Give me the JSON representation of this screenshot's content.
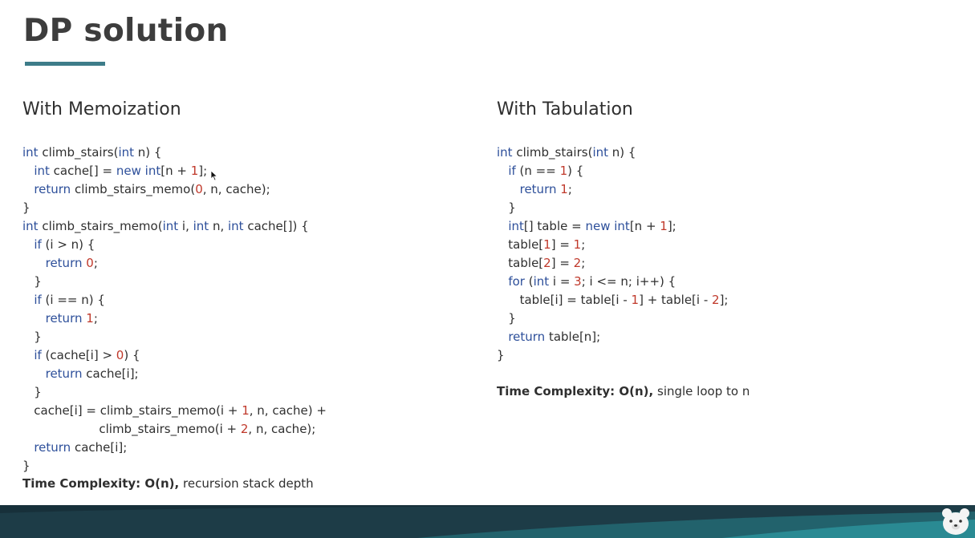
{
  "slide": {
    "title": "DP solution"
  },
  "memoization": {
    "heading": "With Memoization",
    "code_lines": [
      [
        {
          "t": "int",
          "c": "kw"
        },
        {
          "t": " climb_stairs("
        },
        {
          "t": "int",
          "c": "kw"
        },
        {
          "t": " n) {"
        }
      ],
      [
        {
          "t": "   "
        },
        {
          "t": "int",
          "c": "kw"
        },
        {
          "t": " cache[] = "
        },
        {
          "t": "new",
          "c": "kw"
        },
        {
          "t": " "
        },
        {
          "t": "int",
          "c": "kw"
        },
        {
          "t": "[n + "
        },
        {
          "t": "1",
          "c": "num"
        },
        {
          "t": "];"
        }
      ],
      [
        {
          "t": "   "
        },
        {
          "t": "return",
          "c": "kw"
        },
        {
          "t": " climb_stairs_memo("
        },
        {
          "t": "0",
          "c": "num"
        },
        {
          "t": ", n, cache);"
        }
      ],
      [
        {
          "t": "}"
        }
      ],
      [
        {
          "t": "int",
          "c": "kw"
        },
        {
          "t": " climb_stairs_memo("
        },
        {
          "t": "int",
          "c": "kw"
        },
        {
          "t": " i, "
        },
        {
          "t": "int",
          "c": "kw"
        },
        {
          "t": " n, "
        },
        {
          "t": "int",
          "c": "kw"
        },
        {
          "t": " cache[]) {"
        }
      ],
      [
        {
          "t": "   "
        },
        {
          "t": "if",
          "c": "kw"
        },
        {
          "t": " (i > n) {"
        }
      ],
      [
        {
          "t": "      "
        },
        {
          "t": "return",
          "c": "kw"
        },
        {
          "t": " "
        },
        {
          "t": "0",
          "c": "num"
        },
        {
          "t": ";"
        }
      ],
      [
        {
          "t": "   }"
        }
      ],
      [
        {
          "t": "   "
        },
        {
          "t": "if",
          "c": "kw"
        },
        {
          "t": " (i == n) {"
        }
      ],
      [
        {
          "t": "      "
        },
        {
          "t": "return",
          "c": "kw"
        },
        {
          "t": " "
        },
        {
          "t": "1",
          "c": "num"
        },
        {
          "t": ";"
        }
      ],
      [
        {
          "t": "   }"
        }
      ],
      [
        {
          "t": "   "
        },
        {
          "t": "if",
          "c": "kw"
        },
        {
          "t": " (cache[i] > "
        },
        {
          "t": "0",
          "c": "num"
        },
        {
          "t": ") {"
        }
      ],
      [
        {
          "t": "      "
        },
        {
          "t": "return",
          "c": "kw"
        },
        {
          "t": " cache[i];"
        }
      ],
      [
        {
          "t": "   }"
        }
      ],
      [
        {
          "t": "   cache[i] = climb_stairs_memo(i + "
        },
        {
          "t": "1",
          "c": "num"
        },
        {
          "t": ", n, cache) +"
        }
      ],
      [
        {
          "t": "                    climb_stairs_memo(i + "
        },
        {
          "t": "2",
          "c": "num"
        },
        {
          "t": ", n, cache);"
        }
      ],
      [
        {
          "t": "   "
        },
        {
          "t": "return",
          "c": "kw"
        },
        {
          "t": " cache[i];"
        }
      ],
      [
        {
          "t": "}"
        }
      ]
    ],
    "complexity_label": "Time Complexity: O(n),",
    "complexity_note": " recursion stack depth"
  },
  "tabulation": {
    "heading": "With Tabulation",
    "code_lines": [
      [
        {
          "t": "int",
          "c": "kw"
        },
        {
          "t": " climb_stairs("
        },
        {
          "t": "int",
          "c": "kw"
        },
        {
          "t": " n) {"
        }
      ],
      [
        {
          "t": "   "
        },
        {
          "t": "if",
          "c": "kw"
        },
        {
          "t": " (n == "
        },
        {
          "t": "1",
          "c": "num"
        },
        {
          "t": ") {"
        }
      ],
      [
        {
          "t": "      "
        },
        {
          "t": "return",
          "c": "kw"
        },
        {
          "t": " "
        },
        {
          "t": "1",
          "c": "num"
        },
        {
          "t": ";"
        }
      ],
      [
        {
          "t": "   }"
        }
      ],
      [
        {
          "t": "   "
        },
        {
          "t": "int",
          "c": "kw"
        },
        {
          "t": "[] table = "
        },
        {
          "t": "new",
          "c": "kw"
        },
        {
          "t": " "
        },
        {
          "t": "int",
          "c": "kw"
        },
        {
          "t": "[n + "
        },
        {
          "t": "1",
          "c": "num"
        },
        {
          "t": "];"
        }
      ],
      [
        {
          "t": "   table["
        },
        {
          "t": "1",
          "c": "num"
        },
        {
          "t": "] = "
        },
        {
          "t": "1",
          "c": "num"
        },
        {
          "t": ";"
        }
      ],
      [
        {
          "t": "   table["
        },
        {
          "t": "2",
          "c": "num"
        },
        {
          "t": "] = "
        },
        {
          "t": "2",
          "c": "num"
        },
        {
          "t": ";"
        }
      ],
      [
        {
          "t": "   "
        },
        {
          "t": "for",
          "c": "kw"
        },
        {
          "t": " ("
        },
        {
          "t": "int",
          "c": "kw"
        },
        {
          "t": " i = "
        },
        {
          "t": "3",
          "c": "num"
        },
        {
          "t": "; i <= n; i++) {"
        }
      ],
      [
        {
          "t": "      table[i] = table[i - "
        },
        {
          "t": "1",
          "c": "num"
        },
        {
          "t": "] + table[i - "
        },
        {
          "t": "2",
          "c": "num"
        },
        {
          "t": "];"
        }
      ],
      [
        {
          "t": "   }"
        }
      ],
      [
        {
          "t": "   "
        },
        {
          "t": "return",
          "c": "kw"
        },
        {
          "t": " table[n];"
        }
      ],
      [
        {
          "t": "}"
        }
      ]
    ],
    "complexity_label": "Time Complexity: O(n),",
    "complexity_note": " single loop to n"
  },
  "colors": {
    "accent": "#3d7c89",
    "keyword": "#2d4f9a",
    "number": "#c0392b",
    "footer_dark": "#17303a",
    "footer_teal": "#2a8a93"
  },
  "icons": {
    "cursor": "mouse-pointer-icon",
    "logo": "bear-logo-icon"
  }
}
